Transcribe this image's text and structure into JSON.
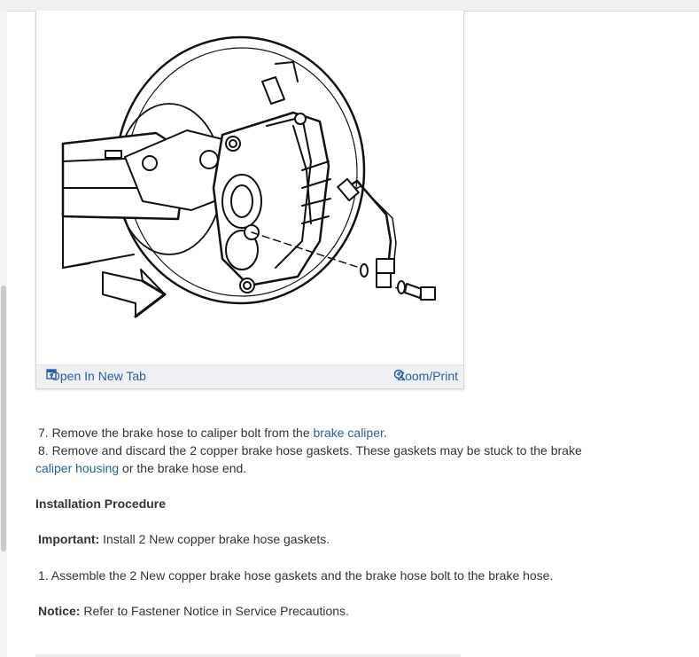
{
  "figure_toolbar": {
    "open_label": "Open In New Tab",
    "zoom_label": "Zoom/Print"
  },
  "steps": {
    "step7_text": "7. Remove the brake hose to caliper bolt from the ",
    "step7_link": "brake caliper",
    "step7_end": ".",
    "step8_text": "8. Remove and discard the 2 copper brake hose gaskets. These gaskets may be stuck to the brake",
    "step8_link": "caliper housing",
    "step8_end": " or the brake hose end."
  },
  "installation": {
    "heading": "Installation Procedure",
    "important_label": "Important:",
    "important_text": " Install 2 New copper brake hose gaskets.",
    "step1_text": "1. Assemble the 2 New copper brake hose gaskets and the brake hose bolt to the brake hose.",
    "notice_label": "Notice:",
    "notice_text": " Refer to Fastener Notice in Service Precautions."
  },
  "colors": {
    "link": "#2a5f9e",
    "text": "#333333",
    "toolbar_bg": "#eef0f3"
  },
  "icons": {
    "open": "open-in-new-tab-icon",
    "zoom": "zoom-magnifier-icon"
  }
}
